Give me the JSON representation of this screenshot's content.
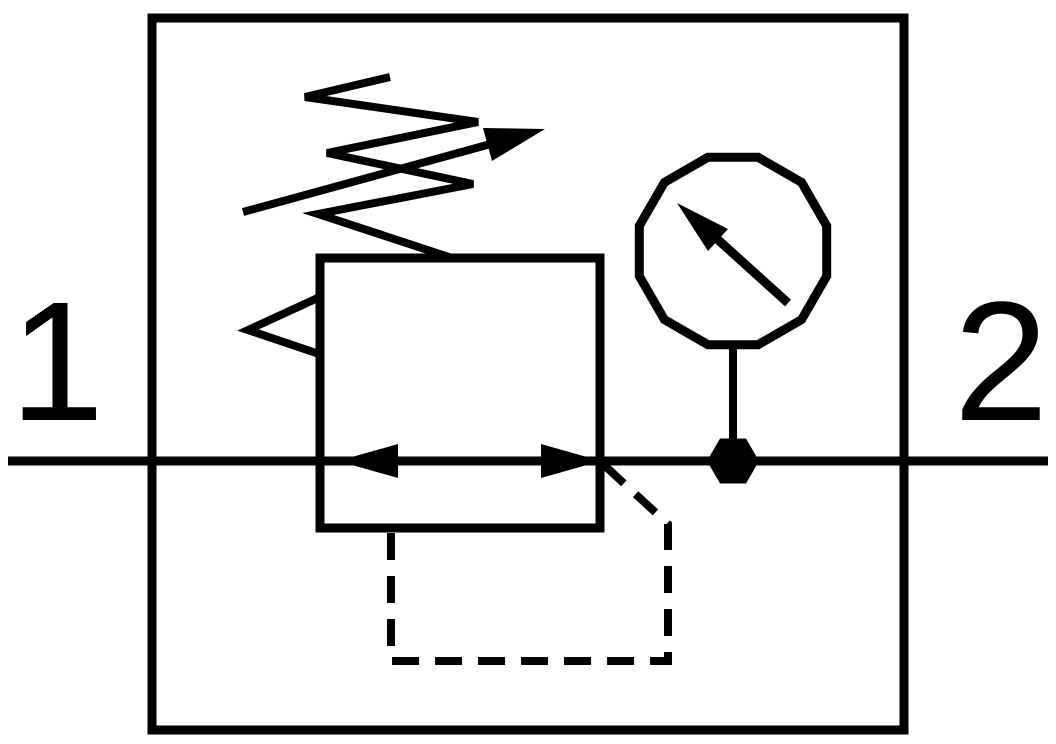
{
  "diagram": {
    "kind": "pneumatic-schematic",
    "ports": {
      "left": {
        "label": "1"
      },
      "right": {
        "label": "2"
      }
    },
    "colors": {
      "line": "#000000",
      "background": "#ffffff"
    },
    "components": [
      {
        "name": "enclosure-frame"
      },
      {
        "name": "main-flow-line"
      },
      {
        "name": "regulator-valve-body"
      },
      {
        "name": "inlet-arrowhead"
      },
      {
        "name": "outlet-arrowhead"
      },
      {
        "name": "adjustment-spring"
      },
      {
        "name": "adjustment-arrow"
      },
      {
        "name": "spring-seat-triangle"
      },
      {
        "name": "pressure-gauge"
      },
      {
        "name": "gauge-needle"
      },
      {
        "name": "gauge-stem-line"
      },
      {
        "name": "junction-node"
      },
      {
        "name": "pilot-feedback-line-dashed"
      }
    ]
  }
}
